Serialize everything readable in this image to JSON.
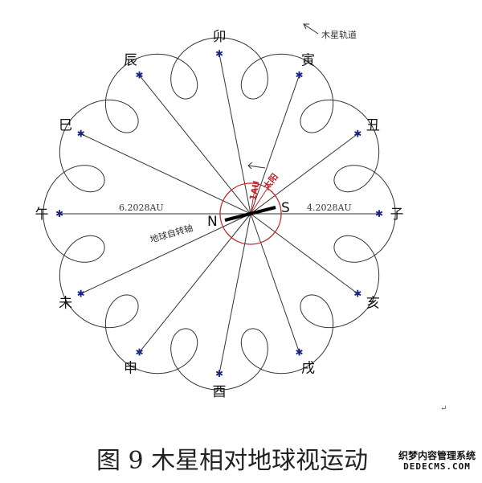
{
  "diagram": {
    "title_annotation": "木星轨道",
    "distance_far": "6.2028AU",
    "distance_near": "4.2028AU",
    "earth_axis_label": "地球自转轴",
    "north": "N",
    "south": "S",
    "sun_label": "太阳",
    "au_label": "1AU",
    "branches": [
      {
        "name": "子",
        "angle": 0
      },
      {
        "name": "丑",
        "angle": 30
      },
      {
        "name": "寅",
        "angle": 60
      },
      {
        "name": "卯",
        "angle": 90
      },
      {
        "name": "辰",
        "angle": 120
      },
      {
        "name": "巳",
        "angle": 150
      },
      {
        "name": "午",
        "angle": 180
      },
      {
        "name": "未",
        "angle": 210
      },
      {
        "name": "申",
        "angle": 240
      },
      {
        "name": "酉",
        "angle": 270
      },
      {
        "name": "戌",
        "angle": 300
      },
      {
        "name": "亥",
        "angle": 330
      }
    ],
    "colors": {
      "orbit": "#333333",
      "star": "#1a237e",
      "red": "#c0282d"
    }
  },
  "caption": "图 9  木星相对地球视运动",
  "watermark": {
    "line1": "织梦内容管理系统",
    "line2": "DEDECMS.COM"
  },
  "return_mark": "↵"
}
